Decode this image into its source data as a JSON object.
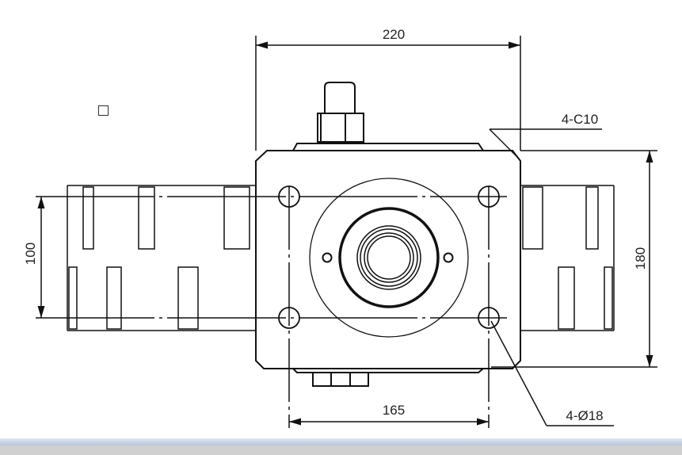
{
  "drawing": {
    "dimensions": {
      "overall_width": "220",
      "chamfer": "4-C10",
      "hole_spacing_vertical": "100",
      "overall_height": "180",
      "hole_spacing_horizontal": "165",
      "hole_callout": "4-Ø18"
    }
  },
  "colors": {
    "line": "#111111",
    "bar": "#c8d3e3",
    "status": "#d0d0d0"
  }
}
